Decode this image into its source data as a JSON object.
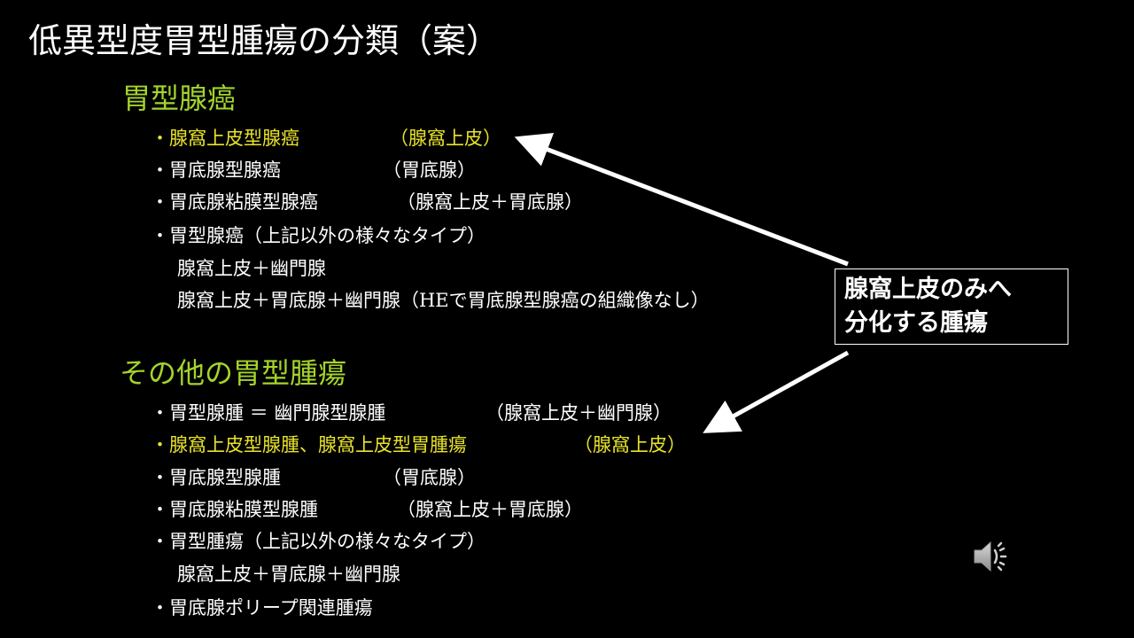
{
  "slide": {
    "title": "低異型度胃型腫瘍の分類（案）",
    "section1": {
      "heading": "胃型腺癌",
      "items": [
        {
          "text": "・腺窩上皮型腺癌",
          "note": "（腺窩上皮）",
          "highlight": true
        },
        {
          "text": "・胃底腺型腺癌",
          "note": "（胃底腺）",
          "highlight": false
        },
        {
          "text": "・胃底腺粘膜型腺癌",
          "note": "（腺窩上皮＋胃底腺）",
          "highlight": false
        },
        {
          "text": "・胃型腺癌（上記以外の様々なタイプ）",
          "note": "",
          "highlight": false
        },
        {
          "text": "腺窩上皮＋幽門腺",
          "note": "",
          "highlight": false
        },
        {
          "text": "腺窩上皮＋胃底腺＋幽門腺（HEで胃底腺型腺癌の組織像なし）",
          "note": "",
          "highlight": false
        }
      ]
    },
    "section2": {
      "heading": "その他の胃型腫瘍",
      "items": [
        {
          "text": "・胃型腺腫 ＝ 幽門腺型腺腫",
          "note": "（腺窩上皮＋幽門腺）",
          "highlight": false
        },
        {
          "text": "・腺窩上皮型腺腫、腺窩上皮型胃腫瘍",
          "note": "（腺窩上皮）",
          "highlight": true
        },
        {
          "text": "・胃底腺型腺腫",
          "note": "（胃底腺）",
          "highlight": false
        },
        {
          "text": "・胃底腺粘膜型腺腫",
          "note": "（腺窩上皮＋胃底腺）",
          "highlight": false
        },
        {
          "text": "・胃型腫瘍（上記以外の様々なタイプ）",
          "note": "",
          "highlight": false
        },
        {
          "text": "腺窩上皮＋胃底腺＋幽門腺",
          "note": "",
          "highlight": false
        },
        {
          "text": "・胃底腺ポリープ関連腫瘍",
          "note": "",
          "highlight": false
        }
      ]
    },
    "callout": {
      "line1": "腺窩上皮のみへ",
      "line2": "分化する腫瘍"
    },
    "speaker_icon": "speaker-icon",
    "colors": {
      "background": "#000000",
      "heading": "#a5d42a",
      "highlight": "#e8e22a",
      "text": "#ffffff"
    }
  }
}
